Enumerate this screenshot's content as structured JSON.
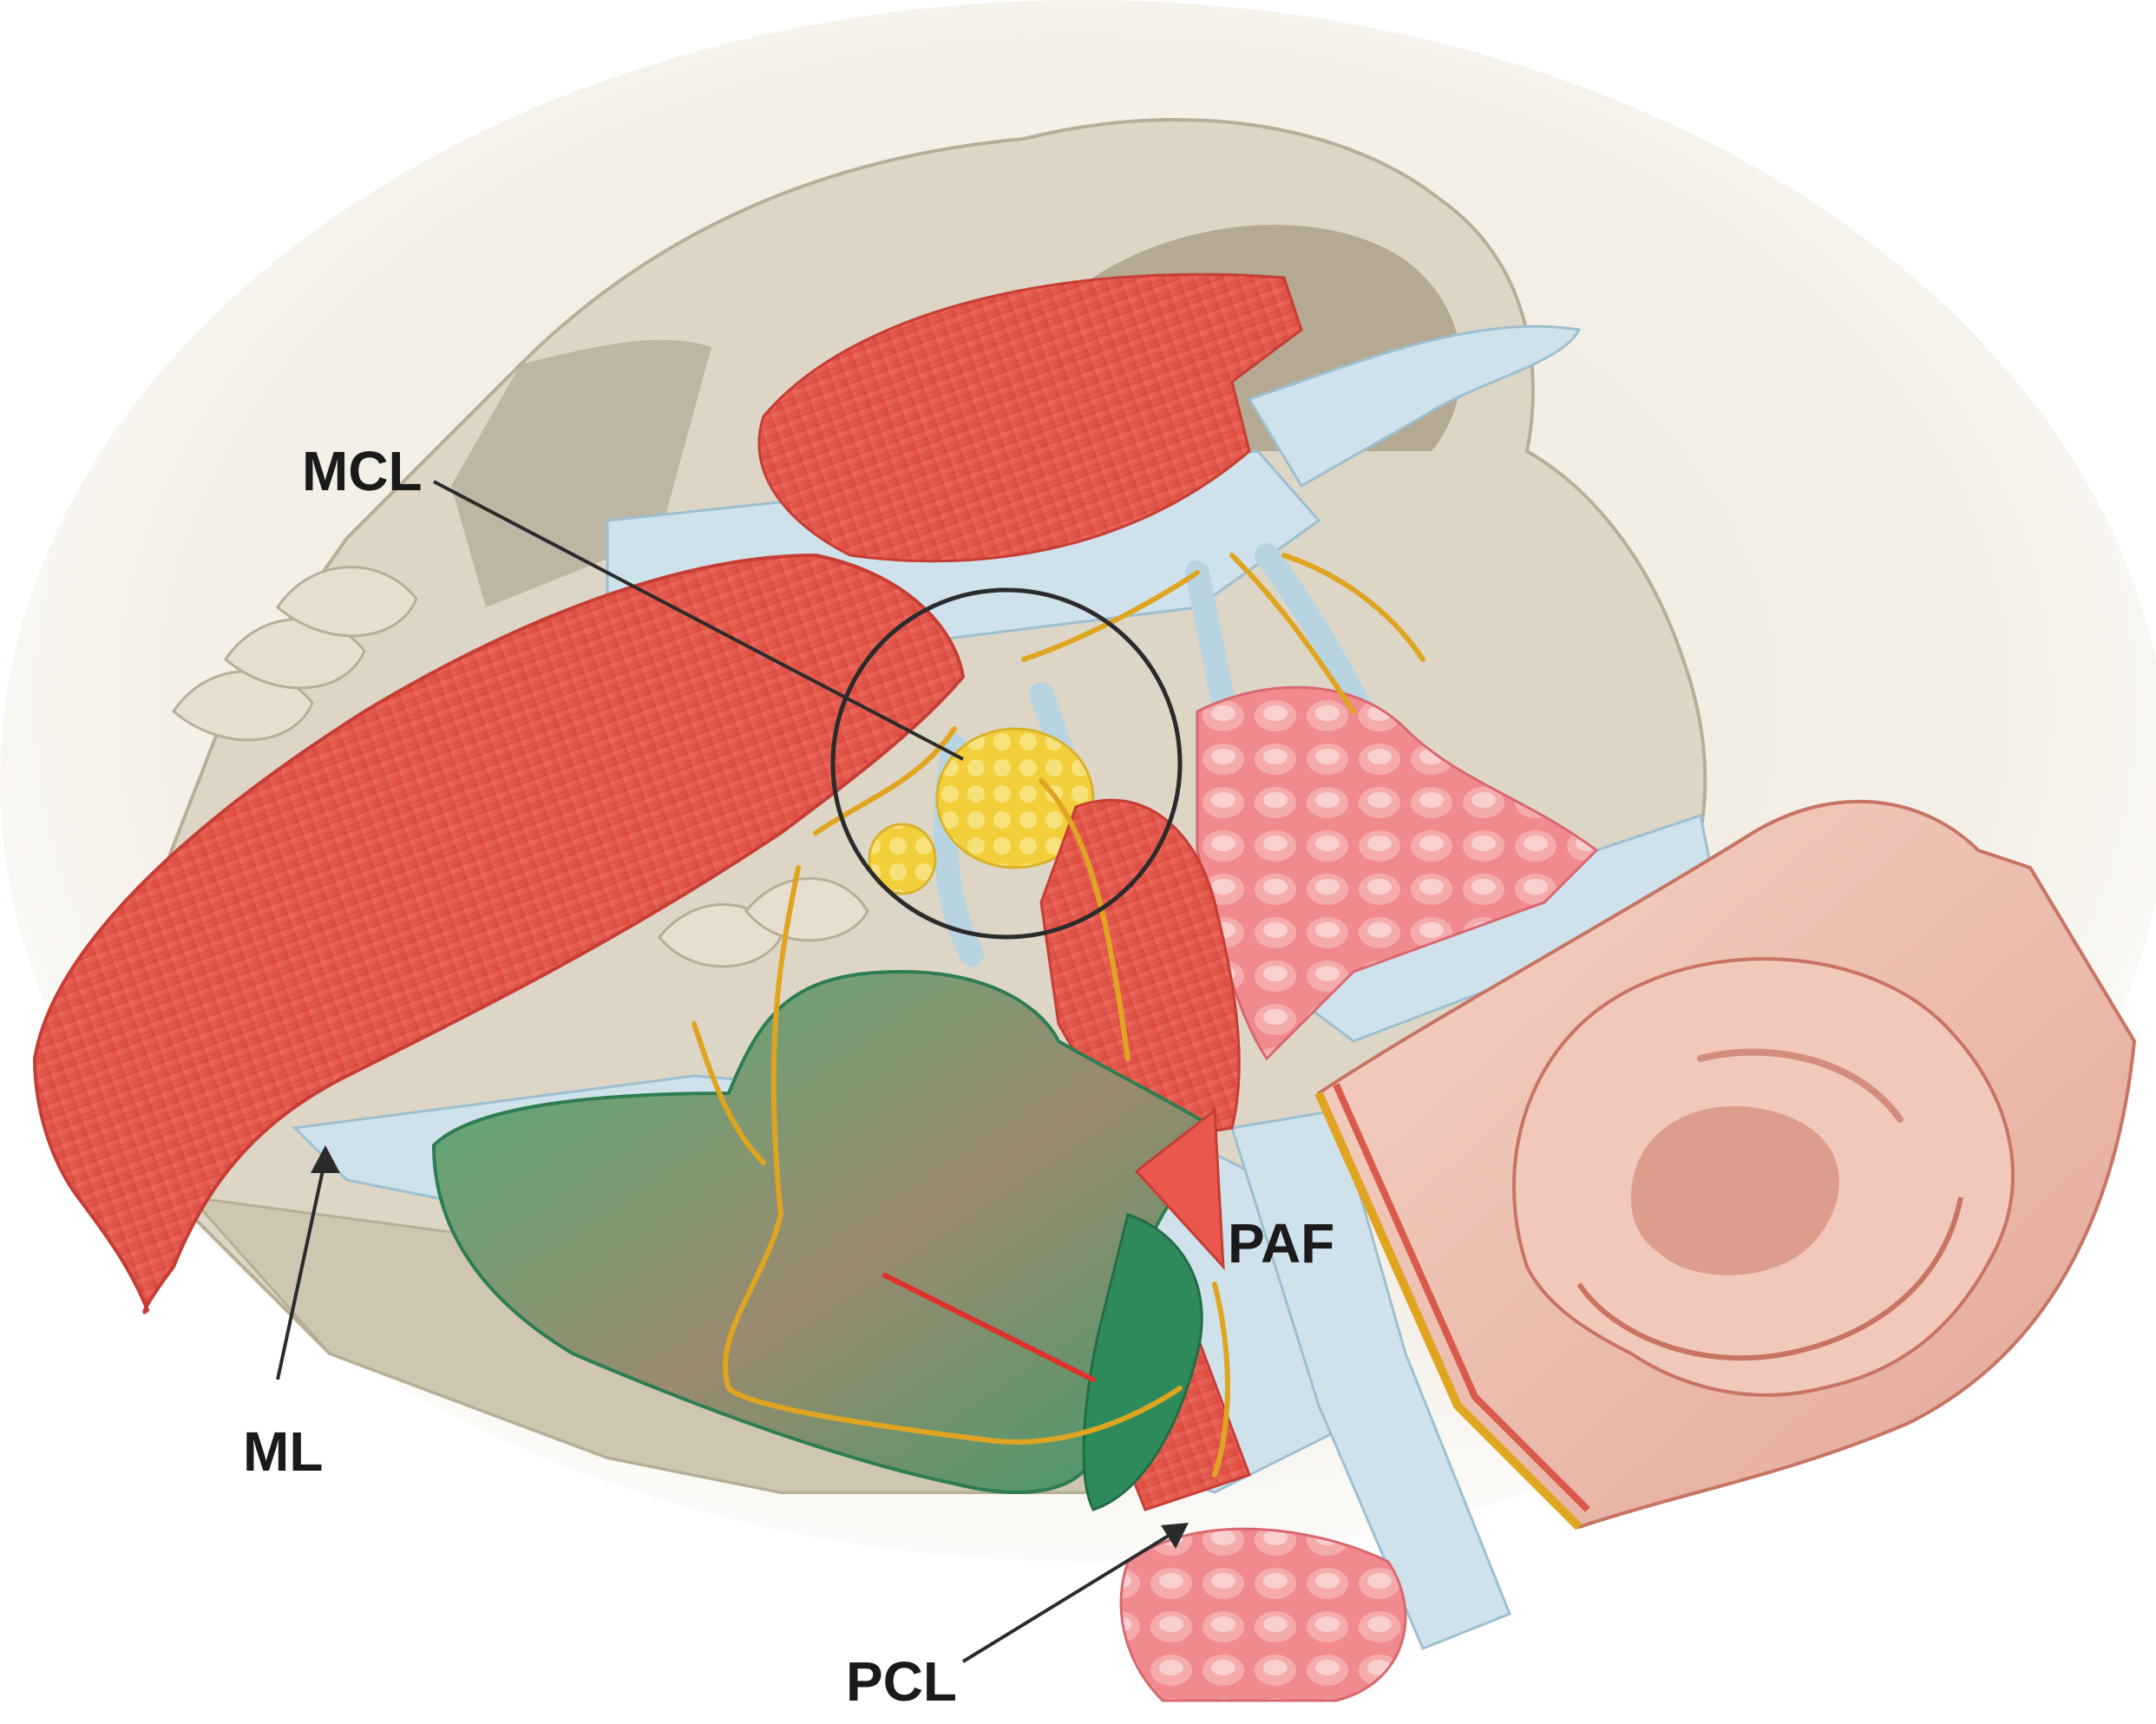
{
  "labels": {
    "mcl": "MCL",
    "ml": "ML",
    "paf": "PAF",
    "pcl": "PCL"
  },
  "colors": {
    "background": "#ffffff",
    "skull": "#ddd6c6",
    "skull_shadow": "#b7ae98",
    "skull_dark": "#a59a82",
    "muscle": "#e8584c",
    "muscle_dark": "#c63d35",
    "fascia": "#cfe2ec",
    "fascia_edge": "#9dbfcf",
    "parotid": "#f08a8e",
    "fat": "#f2cf3a",
    "nerve": "#e0a520",
    "gland": "#3f9b6b",
    "gland_light": "#6fc08f",
    "ear": "#efbfb0",
    "ear_dark": "#d38d7d",
    "incision": "#e0302a",
    "label_text": "#1a1a1a"
  }
}
